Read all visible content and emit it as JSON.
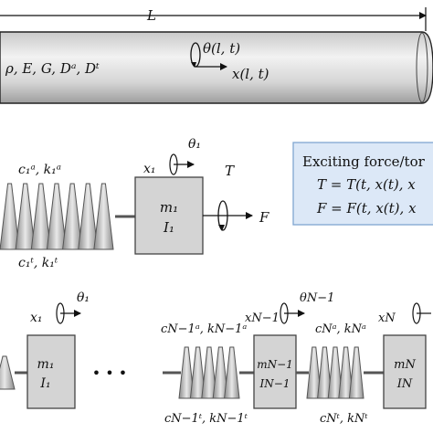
{
  "rod": {
    "length_label": "L",
    "properties": "ρ, E, G, Dᵃ, Dᵗ",
    "theta_label": "θ(l, t)",
    "x_label": "x(l, t)"
  },
  "single_system": {
    "x_label": "x₁",
    "theta_label": "θ₁",
    "spring_top": "c₁ᵃ, k₁ᵃ",
    "spring_bottom": "c₁ᵗ, k₁ᵗ",
    "mass_top": "m₁",
    "mass_bottom": "I₁",
    "torque_label": "T",
    "force_label": "F"
  },
  "exciting_box": {
    "title": "Exciting force/tor",
    "torque_eq": "T = T(t, x(t), x",
    "force_eq": "F = F(t, x(t), x"
  },
  "chain": {
    "x1_label": "x₁",
    "theta1_label": "θ₁",
    "mass1_top": "m₁",
    "mass1_bottom": "I₁",
    "ellipsis": "• • •",
    "xN1_label": "xN−1",
    "thetaN1_label": "θN−1",
    "spring_N1_top": "cN−1ᵃ, kN−1ᵃ",
    "spring_N1_bottom": "cN−1ᵗ, kN−1ᵗ",
    "massN1_top": "mN−1",
    "massN1_bottom": "IN−1",
    "spring_N_top": "cNᵃ, kNᵃ",
    "spring_N_bottom": "cNᵗ, kNᵗ",
    "xN_label": "xN",
    "massN_top": "mN",
    "massN_bottom": "IN"
  }
}
